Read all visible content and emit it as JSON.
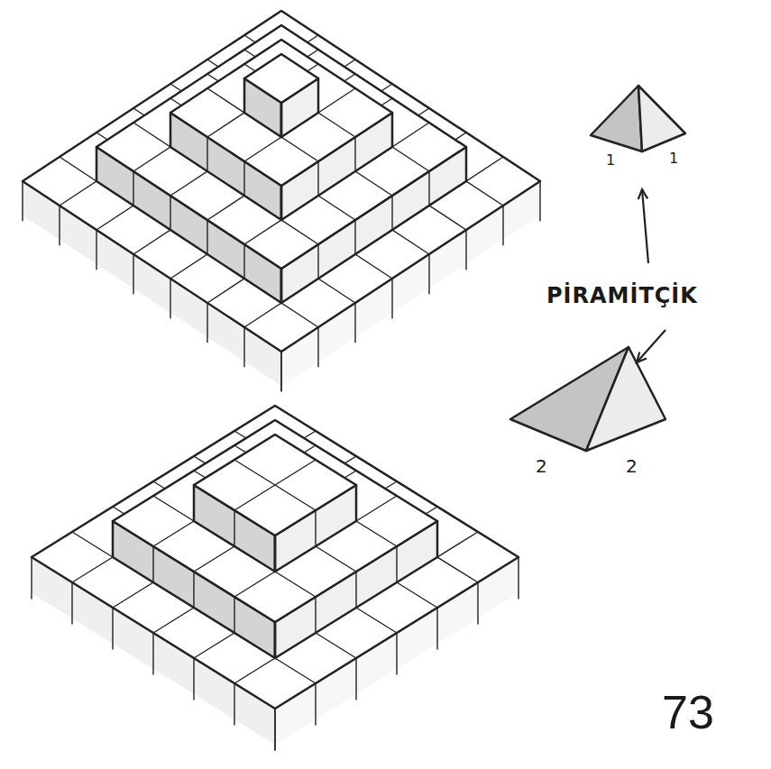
{
  "diagram": {
    "labels": [
      "PİRAMİTÇİK",
      "1",
      "1",
      "2",
      "2",
      "73"
    ]
  }
}
